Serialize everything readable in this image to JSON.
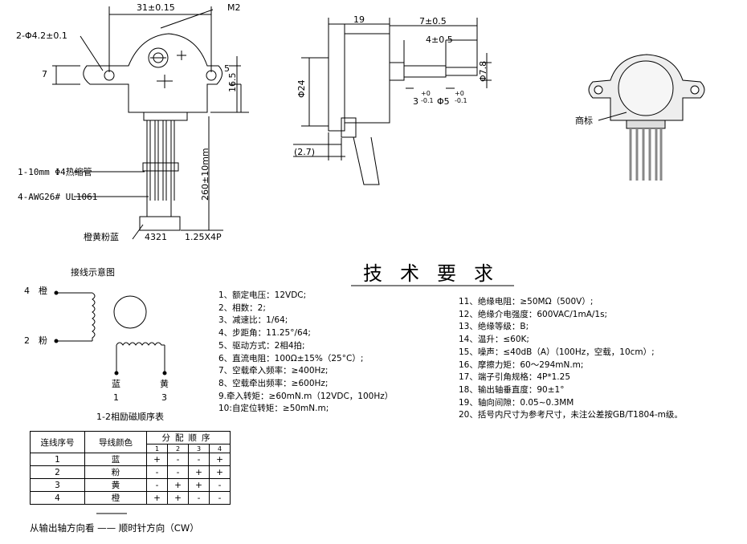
{
  "drawing_labels": {
    "dim_31": "31±0.15",
    "m2": "M2",
    "holes": "2-Φ4.2±0.1",
    "dim_7": "7",
    "dim_16_5": "16.5",
    "dim_5": "5",
    "heat_shrink": "1-10mm Φ4热缩管",
    "wire": "4-AWG26# UL1061",
    "wire_length": "260±10mm",
    "colors": "橙黄粉蓝",
    "pins": "4321",
    "connector": "1.25X4P",
    "dim_19": "19",
    "dim_7_05": "7±0.5",
    "dim_4_05": "4±0.5",
    "dim_24": "Φ24",
    "dim_7_8": "Φ7.8",
    "dim_3": "3",
    "dim_3_tol_up": "+0",
    "dim_3_tol_dn": "-0.1",
    "dim_5_shaft": "Φ5",
    "dim_2_7": "(2.7)",
    "trademark": "商标"
  },
  "wiring": {
    "title": "接线示意图",
    "orange_num": "4",
    "orange": "橙",
    "pink_num": "2",
    "pink": "粉",
    "blue": "蓝",
    "blue_num": "1",
    "yellow": "黄",
    "yellow_num": "3",
    "table_title": "1-2相励磁顺序表"
  },
  "requirements_title": "技术要求",
  "requirements_left": [
    "1、额定电压：12VDC;",
    "2、相数：2;",
    "3、减速比：1/64;",
    "4、步距角：11.25°/64;",
    "5、驱动方式：2相4拍;",
    "6、直流电阻：100Ω±15%（25°C）;",
    "7、空载牵入频率：≥400Hz;",
    "8、空载牵出频率：≥600Hz;",
    "9.牵入转矩：≥60mN.m（12VDC，100Hz）",
    "10:自定位转矩：≥50mN.m;"
  ],
  "requirements_right": [
    "11、绝缘电阻：≥50MΩ（500V）;",
    "12、绝缘介电强度：600VAC/1mA/1s;",
    "13、绝缘等级：B;",
    "14、温升：≤60K;",
    "15、噪声：≤40dB（A）（100Hz，空载，10cm）;",
    "16、摩擦力矩：60～294mN.m;",
    "17、端子引角规格：4P*1.25",
    "18、输出轴垂直度：90±1°",
    "19、轴向间隙：0.05~0.3MM",
    "20、括号内尺寸为参考尺寸，未注公差按GB/T1804-m级。"
  ],
  "sequence_table": {
    "col_wire": "连线序号",
    "col_color": "导线颜色",
    "col_seq": "分配顺序",
    "steps": [
      "1",
      "2",
      "3",
      "4"
    ],
    "rows": [
      {
        "no": "1",
        "color": "蓝",
        "seq": [
          "+",
          "-",
          "-",
          "+"
        ]
      },
      {
        "no": "2",
        "color": "粉",
        "seq": [
          "-",
          "-",
          "+",
          "+"
        ]
      },
      {
        "no": "3",
        "color": "黄",
        "seq": [
          "-",
          "+",
          "+",
          "-"
        ]
      },
      {
        "no": "4",
        "color": "橙",
        "seq": [
          "+",
          "+",
          "-",
          "-"
        ]
      }
    ]
  },
  "footer": "从输出轴方向看 —— 顺时针方向（CW）"
}
